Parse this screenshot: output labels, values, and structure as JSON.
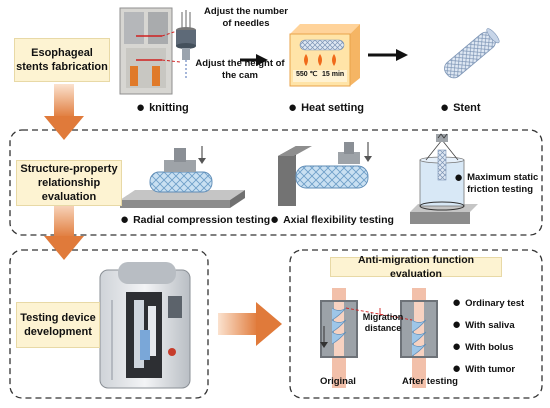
{
  "stages": {
    "fabrication": "Esophageal stents fabrication",
    "evaluation": "Structure-property relationship evaluation",
    "device": "Testing device development"
  },
  "fabrication_steps": {
    "knitting": "knitting",
    "heat_setting": "Heat setting",
    "stent": "Stent",
    "needles_note": "Adjust the number of needles",
    "cam_note": "Adjust the height of the cam",
    "oven_temp": "550 ℃",
    "oven_time": "15 min"
  },
  "tests": {
    "radial": "Radial compression testing",
    "axial": "Axial flexibility testing",
    "friction": "Maximum static friction testing"
  },
  "anti_migration": {
    "title": "Anti-migration function evaluation",
    "migration_distance": "Migration distance",
    "original": "Original",
    "after": "After testing",
    "conditions": [
      "Ordinary test",
      "With saliva",
      "With bolus",
      "With tumor"
    ]
  },
  "colors": {
    "stage_box": "#fdf3d2",
    "flow_arrow": "#e07a3a",
    "tube": "#f2c0aa",
    "stent": "#9ec6e8"
  }
}
